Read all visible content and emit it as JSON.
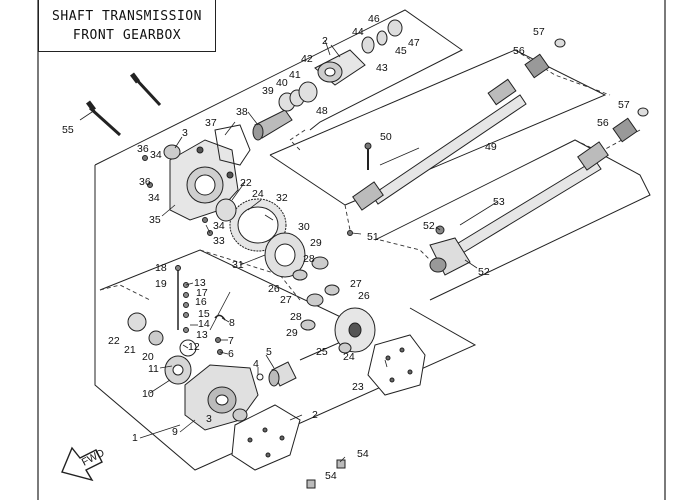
{
  "title": {
    "line1": "SHAFT TRANSMISSION",
    "line2": "FRONT GEARBOX"
  },
  "arrow_badge": "FWD",
  "callouts": [
    "1",
    "2",
    "3",
    "4",
    "5",
    "6",
    "7",
    "8",
    "9",
    "10",
    "11",
    "12",
    "13",
    "14",
    "15",
    "16",
    "17",
    "18",
    "19",
    "20",
    "21",
    "22",
    "23",
    "24",
    "25",
    "26",
    "27",
    "28",
    "29",
    "30",
    "31",
    "32",
    "33",
    "34",
    "35",
    "36",
    "37",
    "38",
    "39",
    "40",
    "41",
    "42",
    "43",
    "44",
    "45",
    "46",
    "47",
    "48",
    "49",
    "50",
    "51",
    "52",
    "53",
    "54",
    "55",
    "56",
    "57"
  ],
  "colors": {
    "line": "#222222",
    "part_fill": "#e6e6e6",
    "dark_part": "#555555"
  }
}
